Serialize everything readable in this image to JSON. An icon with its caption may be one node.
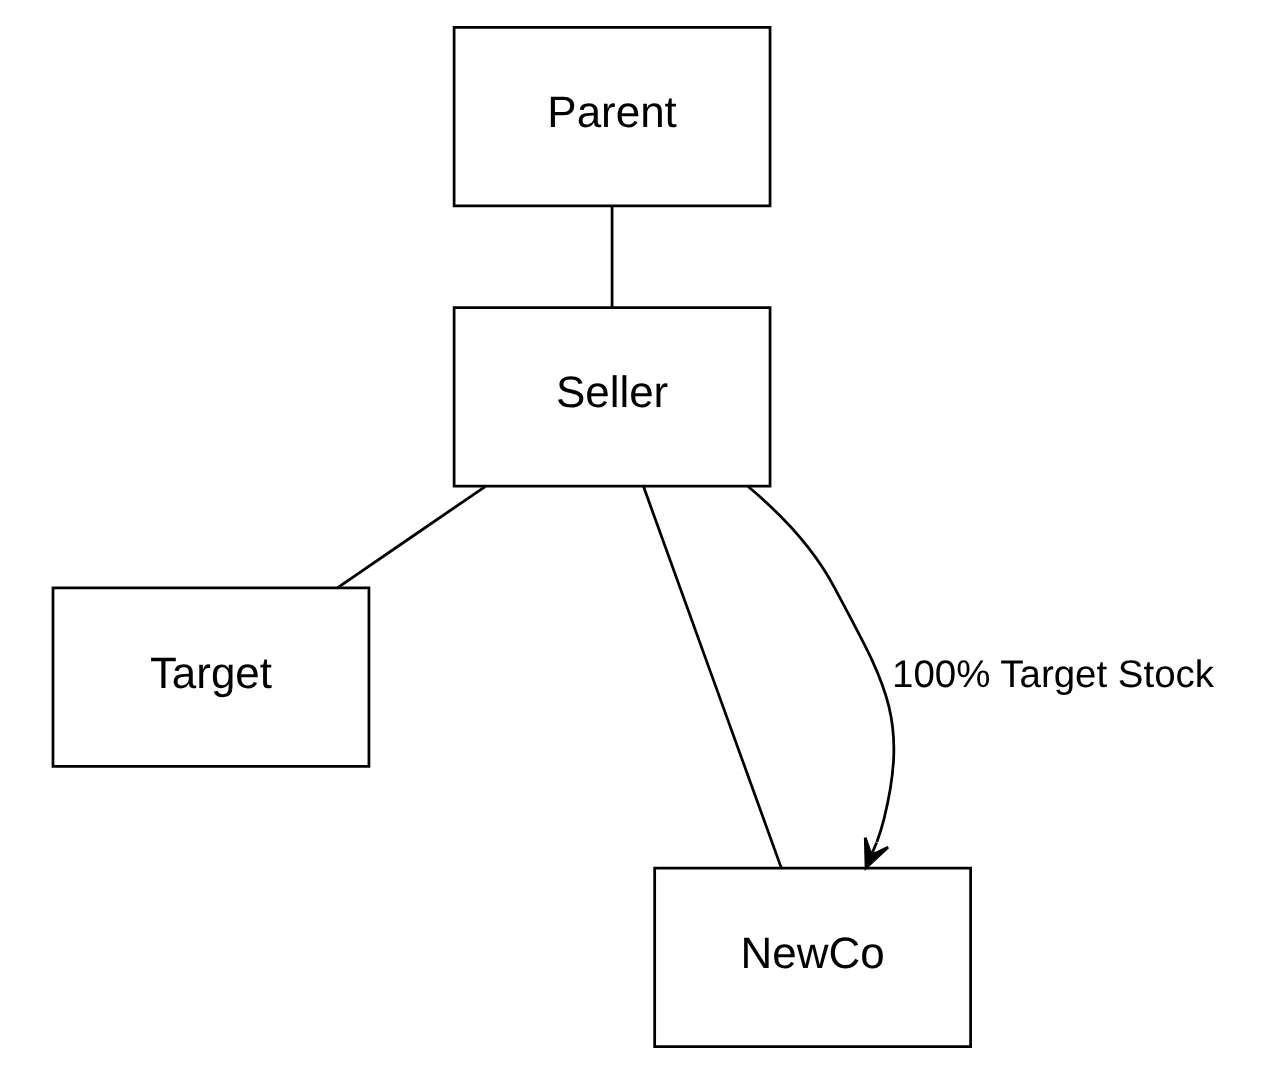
{
  "diagram": {
    "nodes": [
      {
        "text": [
          "Parent"
        ]
      },
      {
        "text": [
          "Seller"
        ]
      },
      {
        "text": [
          "Target"
        ]
      },
      {
        "text": [
          "NewCo"
        ]
      }
    ],
    "edges": [
      {
        "from": 0,
        "to": 1,
        "arrow": "none"
      },
      {
        "from": 1,
        "to": 2,
        "arrow": "none"
      },
      {
        "from": 1,
        "to": 3,
        "arrow": "none"
      },
      {
        "from": 1,
        "to": 3,
        "arrow": "to",
        "label": "100% Target Stock"
      }
    ]
  }
}
